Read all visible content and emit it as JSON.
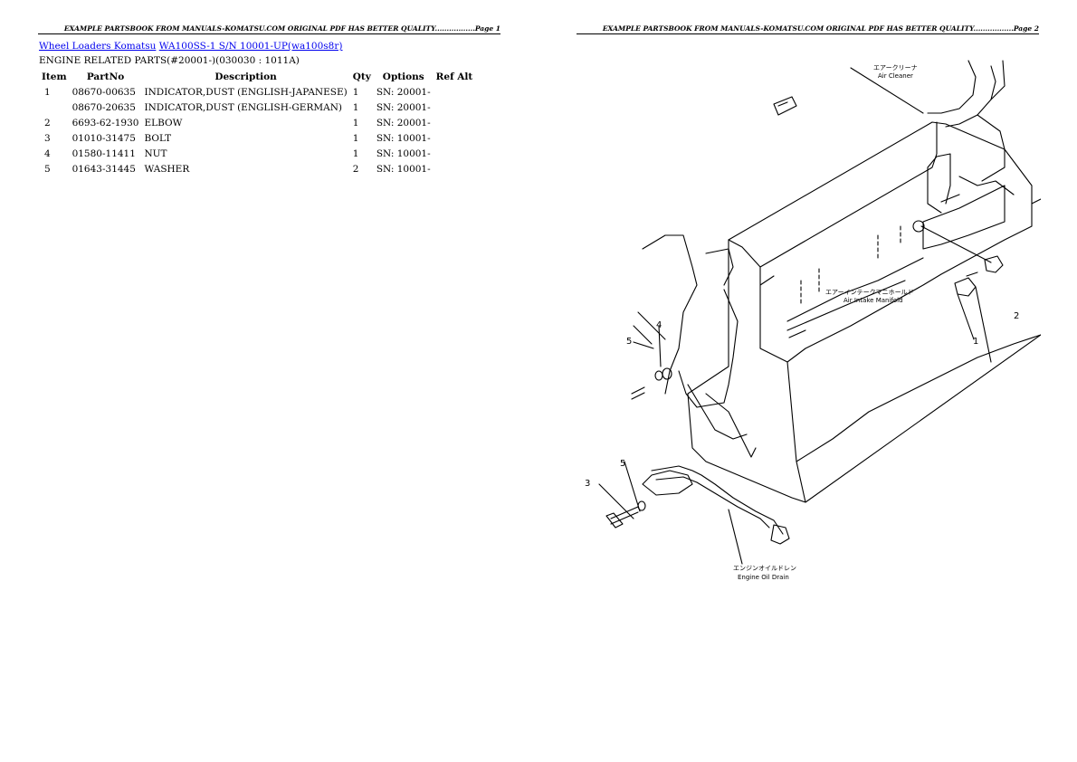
{
  "header": {
    "left": "EXAMPLE PARTSBOOK FROM MANUALS-KOMATSU.COM ORIGINAL PDF HAS BETTER QUALITY.................Page 1",
    "right": "EXAMPLE PARTSBOOK FROM MANUALS-KOMATSU.COM ORIGINAL PDF HAS BETTER QUALITY.................Page 2"
  },
  "breadcrumb": {
    "link1": "Wheel Loaders Komatsu",
    "link2": "WA100SS-1 S/N 10001-UP(wa100s8r)"
  },
  "section_title": "ENGINE RELATED PARTS(#20001-)(030030 : 1011A)",
  "table": {
    "headers": [
      "Item",
      "PartNo",
      "Description",
      "Qty",
      "Options",
      "Ref Alt"
    ],
    "rows": [
      {
        "item": "1",
        "partno": "08670-00635",
        "desc": "INDICATOR,DUST (ENGLISH-JAPANESE)",
        "qty": "1",
        "options": "SN: 20001-",
        "ref": ""
      },
      {
        "item": "",
        "partno": "08670-20635",
        "desc": "INDICATOR,DUST (ENGLISH-GERMAN)",
        "qty": "1",
        "options": "SN: 20001-",
        "ref": ""
      },
      {
        "item": "2",
        "partno": "6693-62-1930",
        "desc": "ELBOW",
        "qty": "1",
        "options": "SN: 20001-",
        "ref": ""
      },
      {
        "item": "3",
        "partno": "01010-31475",
        "desc": "BOLT",
        "qty": "1",
        "options": "SN: 10001-",
        "ref": ""
      },
      {
        "item": "4",
        "partno": "01580-11411",
        "desc": "NUT",
        "qty": "1",
        "options": "SN: 10001-",
        "ref": ""
      },
      {
        "item": "5",
        "partno": "01643-31445",
        "desc": "WASHER",
        "qty": "2",
        "options": "SN: 10001-",
        "ref": ""
      }
    ]
  },
  "diagram": {
    "labels": {
      "air_cleaner_jp": "エアークリーナ",
      "air_cleaner": "Air Cleaner",
      "intake_jp": "エアーインテークマニホールド",
      "intake": "Air Intake Manifold",
      "drain_jp": "エンジンオイルドレン",
      "drain": "Engine Oil Drain",
      "callout_1": "1",
      "callout_2": "2",
      "callout_3": "3",
      "callout_4": "4",
      "callout_5a": "5",
      "callout_5b": "5"
    }
  }
}
